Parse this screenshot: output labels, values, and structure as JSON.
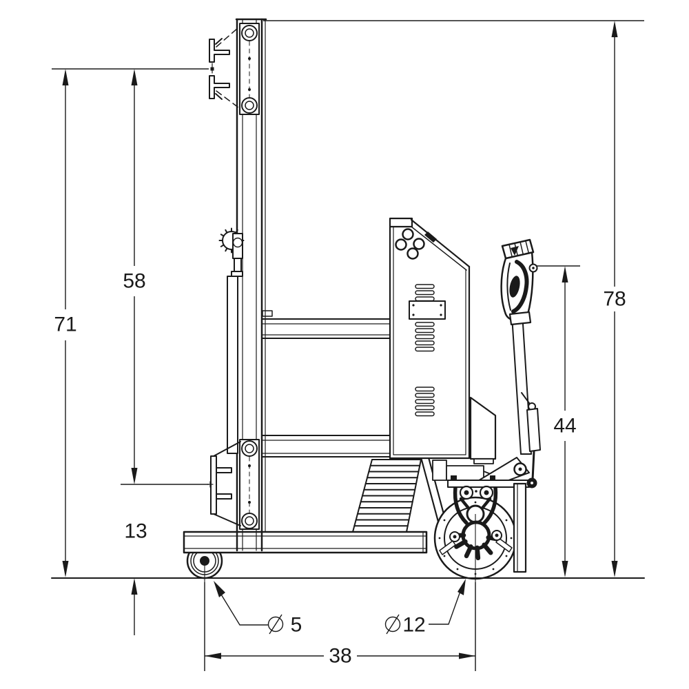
{
  "page": {
    "background": "#ffffff",
    "stroke_color": "#1a1a1a"
  },
  "drawing": {
    "description": "side-view dimensioned line drawing of a powered drum lifter / material lift",
    "dimensions": {
      "mast_top_height": "71",
      "lift_travel": "58",
      "base_height": "13",
      "overall_height": "78",
      "handle_height": "44",
      "wheelbase": "38",
      "caster_wheel_diameter": "5",
      "drive_wheel_diameter": "12",
      "diameter_prefix": "Ø"
    }
  }
}
